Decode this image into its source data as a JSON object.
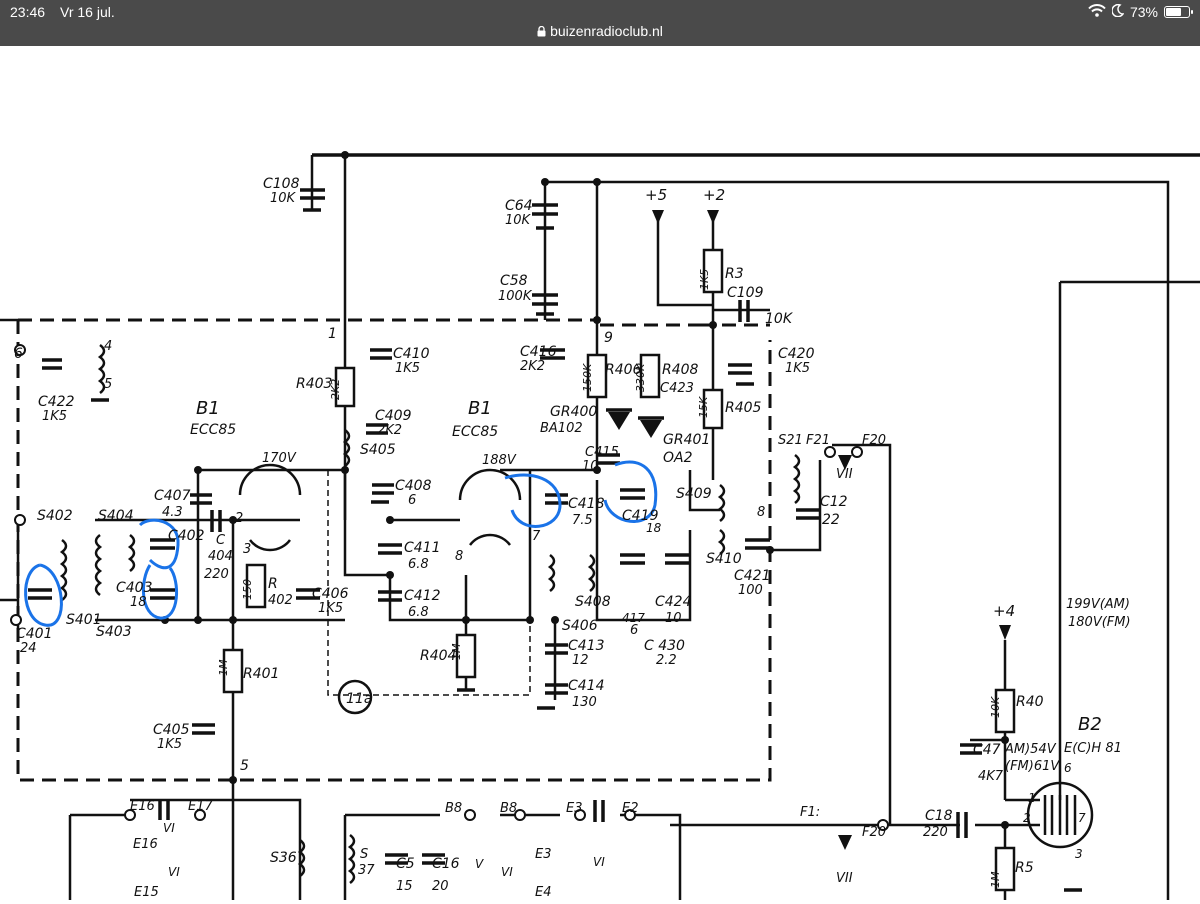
{
  "status_bar": {
    "time": "23:46",
    "date": "Vr 16 jul.",
    "url": "buizenradioclub.nl",
    "battery": "73%",
    "battery_level": 0.73,
    "icons": [
      "lock-icon",
      "wifi-icon",
      "moon-icon",
      "battery-icon"
    ]
  },
  "schematic": {
    "labels": {
      "c108": "C108",
      "c108v": "10K",
      "c64": "C64",
      "c64v": "10K",
      "c58": "C58",
      "c58v": "100K",
      "p5": "+5",
      "p2": "+2",
      "r3": "R3",
      "r3v": "1K5",
      "c109": "C109",
      "c109v": "10K",
      "c420": "C420",
      "c420v": "1K5",
      "n6": "6",
      "n4": "4",
      "n5a": "5",
      "c422": "C422",
      "c422v": "1K5",
      "n1": "1",
      "c410": "C410",
      "c410v": "1K5",
      "r403": "R403",
      "r403v": "2K2",
      "c409": "C409",
      "c409v": "2K2",
      "b1a": "B1",
      "ecc85a": "ECC85",
      "b1b": "B1",
      "ecc85b": "ECC85",
      "n9": "9",
      "c416": "C416",
      "c416v": "2K2",
      "r406": "R406",
      "r406v": "150K",
      "r408": "R408",
      "r408v": "330K",
      "c423": "C423",
      "gr400": "GR400",
      "ba102": "BA102",
      "r405": "R405",
      "r405v": "15K",
      "s405": "S405",
      "c415": "C415",
      "c415v": "10",
      "gr401": "GR401",
      "oa2": "OA2",
      "s21": "S21",
      "f21": "F21",
      "f20a": "F20",
      "vii_a": "VII",
      "v170": "170V",
      "v188": "188V",
      "c407": "C407",
      "c407v": "4.3",
      "c408": "C408",
      "c408v": "6",
      "c418": "C418",
      "c418v": "7.5",
      "c419": "C419",
      "s409": "S409",
      "c12": "C12",
      "c12v": "22",
      "s402": "S402",
      "s404": "S404",
      "c402": "C402",
      "c404": "C",
      "c404n": "404",
      "c404v": "220",
      "n2": "2",
      "n3": "3",
      "n8": "8",
      "n7": "7",
      "n18": "18",
      "n8b": "8",
      "c411": "C411",
      "c411v": "6.8",
      "c412": "C412",
      "c412v": "6.8",
      "s410": "S410",
      "c421": "C421",
      "c421v": "100",
      "c403": "C403",
      "c403v": "18",
      "r150": "150",
      "r402": "R",
      "r402n": "402",
      "c406": "C406",
      "c406v": "1K5",
      "c401": "C401",
      "c401v": "24",
      "s403": "S403",
      "s401": "S401",
      "s408": "S408",
      "s406": "S406",
      "c417": "417",
      "c417v": "6",
      "c424": "C424",
      "c424v": "10",
      "c430": "C 430",
      "c430v": "2.2",
      "c413": "C413",
      "c413v": "12",
      "c414": "C414",
      "c414v": "130",
      "r404": "R404",
      "r404v": "1M",
      "r401": "R401",
      "r401v": "1M",
      "c405": "C405",
      "c405v": "1K5",
      "n11a": "11a",
      "n5b": "5",
      "v199": "199V(AM)",
      "v180": "180V(FM)",
      "p4": "+4",
      "r40": "R40",
      "r40v": "10K",
      "c47": "C47",
      "c47v": "4K7",
      "am54": "AM)54V",
      "fm61": "(FM)61V",
      "b2": "B2",
      "ech81": "E(C)H 81",
      "n6b": "6",
      "n1b": "1",
      "n2b": "2",
      "n3b": "3",
      "n7b": "7",
      "c18": "C18",
      "c18v": "220",
      "r5": "R5",
      "r5v": "1M",
      "f1": "F1:",
      "f20b": "F20",
      "vii_b": "VII",
      "e16a": "E16",
      "e17": "E17",
      "e16b": "E16",
      "e15": "E15",
      "vi_a": "VI",
      "vi_b": "VI",
      "s36": "S36",
      "s37": "S",
      "s37n": "37",
      "c5": "C5",
      "c5v": "15",
      "c16": "C16",
      "c16v": "20",
      "b8a": "B8",
      "b8b": "B8",
      "v_a": "V",
      "vi_c": "VI",
      "e3a": "E3",
      "e2": "E2",
      "vi_d": "VI",
      "e3b": "E3",
      "e4": "E4"
    }
  }
}
